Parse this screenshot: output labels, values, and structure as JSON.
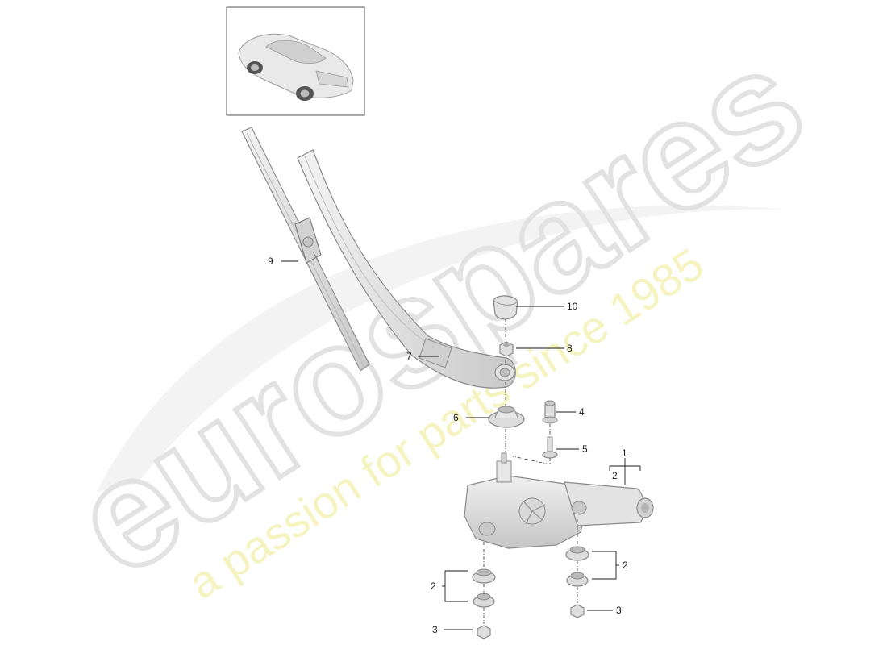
{
  "diagram": {
    "thumbnail_icon": "car-thumbnail-icon",
    "parts": [
      {
        "id": "part-1",
        "label": "1",
        "icon": "wiper-motor-icon"
      },
      {
        "id": "part-2",
        "label": "2",
        "icon": "rubber-grommet-icon"
      },
      {
        "id": "part-3",
        "label": "3",
        "icon": "nut-icon"
      },
      {
        "id": "part-4",
        "label": "4",
        "icon": "bushing-icon"
      },
      {
        "id": "part-5",
        "label": "5",
        "icon": "screw-icon"
      },
      {
        "id": "part-6",
        "label": "6",
        "icon": "seal-cap-icon"
      },
      {
        "id": "part-7",
        "label": "7",
        "icon": "wiper-arm-icon"
      },
      {
        "id": "part-8",
        "label": "8",
        "icon": "hex-nut-icon"
      },
      {
        "id": "part-9",
        "label": "9",
        "icon": "wiper-blade-icon"
      },
      {
        "id": "part-10",
        "label": "10",
        "icon": "cover-cap-icon"
      }
    ]
  },
  "callouts": {
    "c1": "1",
    "c2_motor": "2",
    "c2_left": "2",
    "c2_right": "2",
    "c3_left": "3",
    "c3_right": "3",
    "c4": "4",
    "c5": "5",
    "c6": "6",
    "c7": "7",
    "c8": "8",
    "c9": "9",
    "c10": "10"
  },
  "watermark": {
    "brand": "eurospares",
    "tagline": "a passion for parts since 1985",
    "brand_color": "#d8d8d8",
    "tagline_color": "#f2f0a0"
  },
  "colors": {
    "line": "#1a1a1a",
    "part_fill": "#e6e6e6",
    "part_stroke": "#9a9a9a"
  }
}
